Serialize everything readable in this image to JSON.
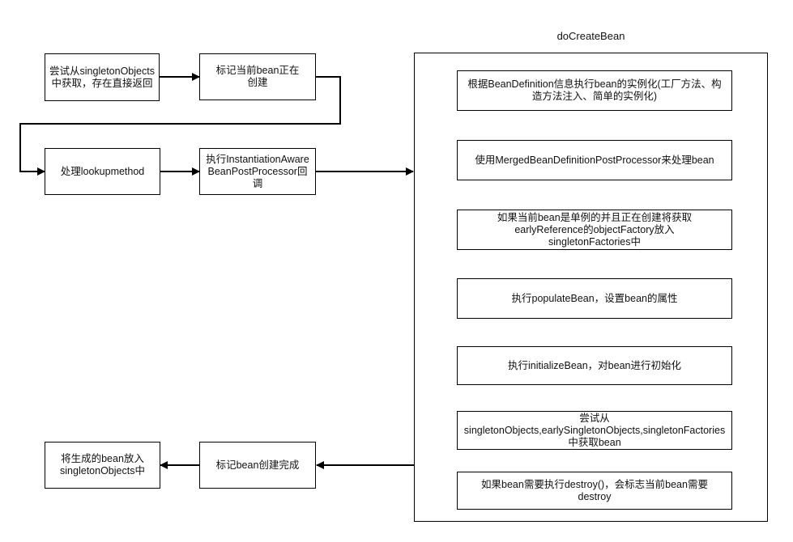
{
  "diagram": {
    "group_title": "doCreateBean",
    "left_nodes": {
      "n1": "尝试从singletonObjects中获取，存在直接返回",
      "n2": "标记当前bean正在创建",
      "n3": "处理lookupmethod",
      "n4": "执行InstantiationAwareBeanPostProcessor回调",
      "n5": "将生成的bean放入singletonObjects中",
      "n6": "标记bean创建完成"
    },
    "steps": [
      "根据BeanDefinition信息执行bean的实例化(工厂方法、构造方法注入、简单的实例化)",
      "使用MergedBeanDefinitionPostProcessor来处理bean",
      "如果当前bean是单例的并且正在创建将获取earlyReference的objectFactory放入singletonFactories中",
      "执行populateBean，设置bean的属性",
      "执行initializeBean，对bean进行初始化",
      "尝试从singletonObjects,earlySingletonObjects,singletonFactories中获取bean",
      "如果bean需要执行destroy()，会标志当前bean需要destroy"
    ]
  }
}
